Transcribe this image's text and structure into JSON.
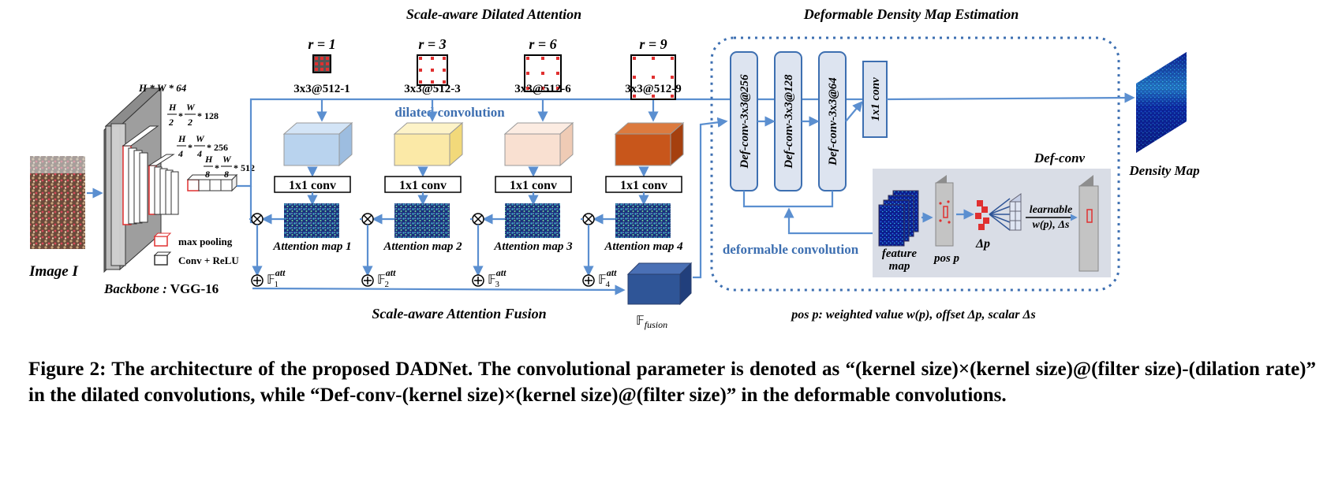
{
  "figure": {
    "section_titles": {
      "dilated_attention": "Scale-aware Dilated Attention",
      "density_estimation": "Deformable Density Map Estimation",
      "attention_fusion": "Scale-aware Attention Fusion"
    },
    "image_label": "Image I",
    "backbone": {
      "label_bold": "Backbone :",
      "label_rest": " VGG-16",
      "dims": [
        "H * W * 64",
        "* 128",
        "* 256",
        "* 512"
      ],
      "dim_fracs": [
        {
          "num1": "H",
          "den1": "2",
          "num2": "W",
          "den2": "2"
        },
        {
          "num1": "H",
          "den1": "4",
          "num2": "W",
          "den2": "4"
        },
        {
          "num1": "H",
          "den1": "8",
          "num2": "W",
          "den2": "8"
        }
      ]
    },
    "legend": {
      "max_pooling": "max pooling",
      "conv_relu": "Conv + ReLU",
      "max_pooling_color": "#e03030"
    },
    "branches": [
      {
        "rate": "r = 1",
        "conv": "3x3@512-1",
        "color": "#b9d3ee",
        "top": "#d3e4f6",
        "side": "#9dbde0",
        "att": "Attention map 1",
        "feat": "att",
        "sub": "1"
      },
      {
        "rate": "r = 3",
        "conv": "3x3@512-3",
        "color": "#fbe9a7",
        "top": "#fdf3c8",
        "side": "#f2d97a",
        "att": "Attention map 2",
        "feat": "att",
        "sub": "2"
      },
      {
        "rate": "r = 6",
        "conv": "3x3@512-6",
        "color": "#f9e0d1",
        "top": "#fcece2",
        "side": "#efcbb5",
        "att": "Attention map 3",
        "feat": "att",
        "sub": "3"
      },
      {
        "rate": "r = 9",
        "conv": "3x3@512-9",
        "color": "#c8561b",
        "top": "#dc7a3e",
        "side": "#a5400f",
        "att": "Attention map 4",
        "feat": "att",
        "sub": "4"
      }
    ],
    "one_by_one": "1x1 conv",
    "dilated_convolution": "dilated convolution",
    "fusion_label": "fusion",
    "fusion_color": "#2f5597",
    "def_convs": [
      "Def-conv-3x3@256",
      "Def-conv-3x3@128",
      "Def-conv-3x3@64"
    ],
    "final_conv": "1x1 conv",
    "density_map": "Density Map",
    "def_conv_title": "Def-conv",
    "deformable_convolution": "deformable convolution",
    "feature_map": [
      "feature",
      "map"
    ],
    "pos_p": "pos p",
    "delta_p": "Δp",
    "learnable": [
      "learnable",
      "w(p), Δs"
    ],
    "pos_note": "pos p: weighted value w(p), offset Δp, scalar Δs",
    "accent_color": "#3d6fb1",
    "arrow_color": "#5b8fd0"
  },
  "caption": "Figure 2: The architecture of the proposed DADNet. The convolutional parameter is denoted as “(kernel size)×(kernel size)@(filter size)-(dilation rate)” in the dilated convolutions, while “Def-conv-(kernel size)×(kernel size)@(filter size)” in the deformable convolutions."
}
